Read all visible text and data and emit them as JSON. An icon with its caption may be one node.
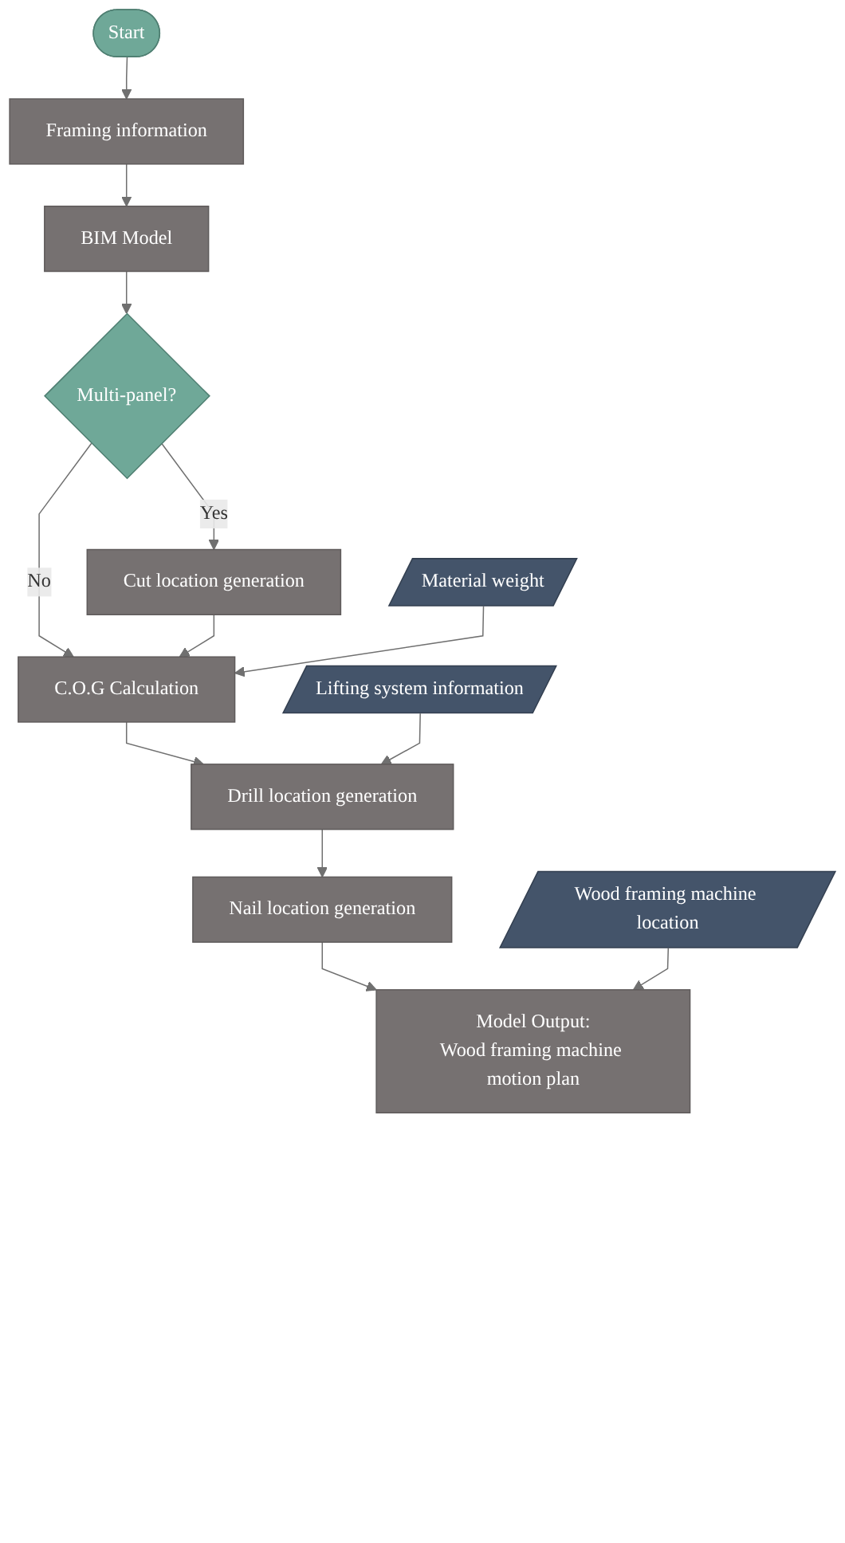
{
  "diagram": {
    "nodes": [
      {
        "text": [
          "Start"
        ]
      },
      {
        "text": [
          "Framing information"
        ]
      },
      {
        "text": [
          "BIM Model"
        ]
      },
      {
        "text": [
          "Multi-panel?"
        ]
      },
      {
        "text": [
          "Cut location generation"
        ]
      },
      {
        "text": [
          "C.O.G Calculation"
        ]
      },
      {
        "text": [
          "Material weight"
        ]
      },
      {
        "text": [
          "Drill location generation"
        ]
      },
      {
        "text": [
          "Lifting system information"
        ]
      },
      {
        "text": [
          "Nail location generation"
        ]
      },
      {
        "text": [
          "Model Output:",
          "Wood framing machine motion plan"
        ]
      },
      {
        "text": [
          "Wood framing machine location"
        ]
      }
    ],
    "edges": [
      {
        "from": 0,
        "to": 1,
        "arrow": "to"
      },
      {
        "from": 1,
        "to": 2,
        "arrow": "to"
      },
      {
        "from": 2,
        "to": 3,
        "arrow": "to"
      },
      {
        "from": 3,
        "to": 4,
        "arrow": "to",
        "label": "Yes"
      },
      {
        "from": 3,
        "to": 5,
        "arrow": "to",
        "label": "No"
      },
      {
        "from": 4,
        "to": 5,
        "arrow": "to"
      },
      {
        "from": 6,
        "to": 5,
        "arrow": "to"
      },
      {
        "from": 5,
        "to": 7,
        "arrow": "to"
      },
      {
        "from": 8,
        "to": 7,
        "arrow": "to"
      },
      {
        "from": 7,
        "to": 9,
        "arrow": "to"
      },
      {
        "from": 9,
        "to": 10,
        "arrow": "to"
      },
      {
        "from": 11,
        "to": 10,
        "arrow": "to"
      }
    ]
  }
}
